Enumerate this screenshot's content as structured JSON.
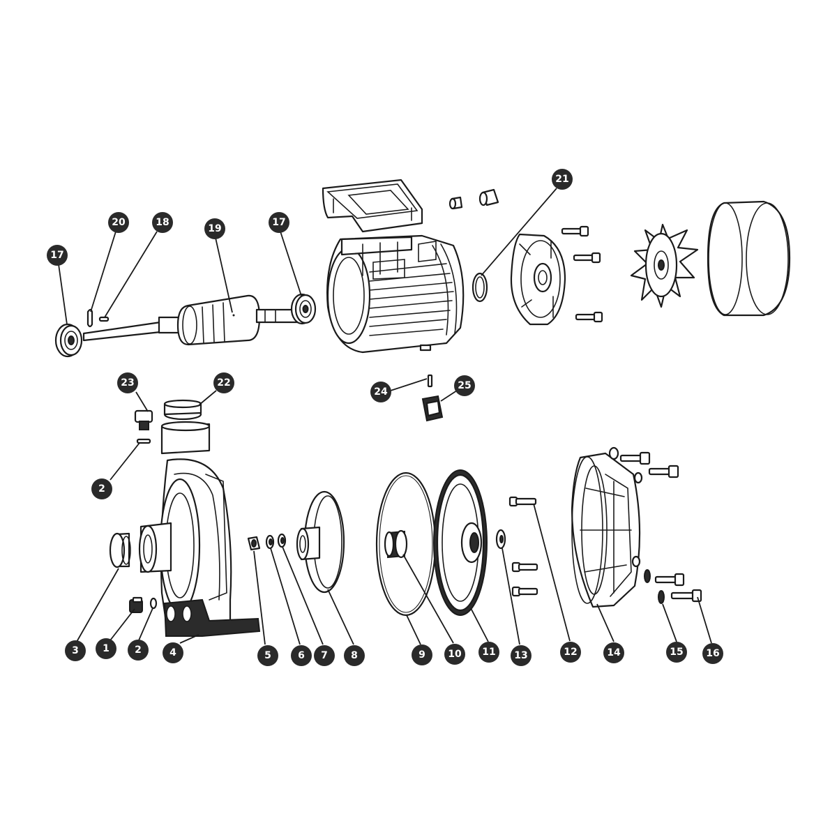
{
  "diagram": {
    "callouts": [
      {
        "number": "17"
      },
      {
        "number": "20"
      },
      {
        "number": "18"
      },
      {
        "number": "19"
      },
      {
        "number": "17"
      },
      {
        "number": "21"
      },
      {
        "number": "23"
      },
      {
        "number": "22"
      },
      {
        "number": "2"
      },
      {
        "number": "24"
      },
      {
        "number": "25"
      },
      {
        "number": "3"
      },
      {
        "number": "1"
      },
      {
        "number": "2"
      },
      {
        "number": "4"
      },
      {
        "number": "5"
      },
      {
        "number": "6"
      },
      {
        "number": "7"
      },
      {
        "number": "8"
      },
      {
        "number": "9"
      },
      {
        "number": "10"
      },
      {
        "number": "11"
      },
      {
        "number": "13"
      },
      {
        "number": "12"
      },
      {
        "number": "14"
      },
      {
        "number": "15"
      },
      {
        "number": "16"
      }
    ]
  }
}
